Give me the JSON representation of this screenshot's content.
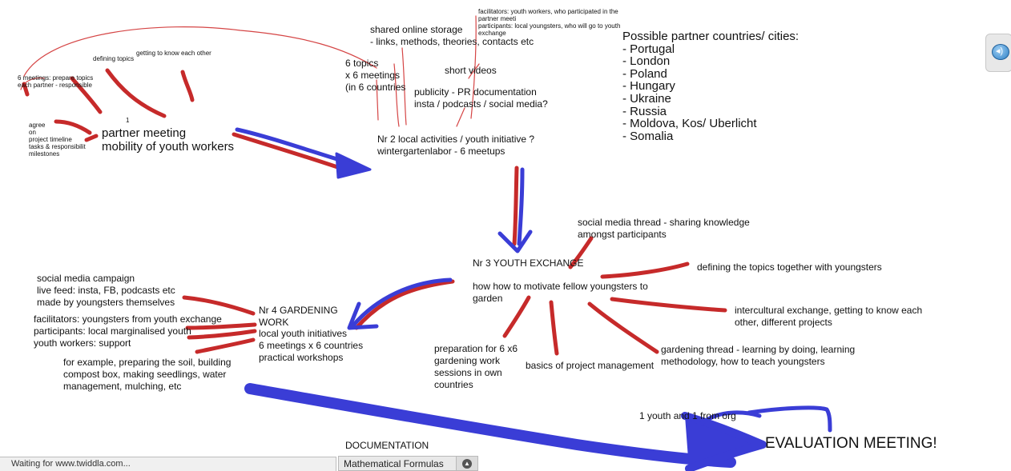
{
  "colors": {
    "red_ink": "#c62a2a",
    "blue_ink": "#3a3dd6",
    "thin_red": "#d54545",
    "text": "#111111"
  },
  "icons": {
    "chat": "speech-bubble-icon",
    "toggle": "chevron-up-icon"
  },
  "browser": {
    "status": "Waiting for www.twiddla.com..."
  },
  "toolbar": {
    "formula_tab": "Mathematical Formulas"
  },
  "board": {
    "top_left": {
      "six_meetings": [
        "6 meetings: prepare topics",
        "each partner - responsible"
      ],
      "defining_topics": "defining topics",
      "getting_to_know": "getting to know each other",
      "agree": [
        "agree",
        "on",
        "project timeline",
        "tasks & responsibilit",
        "milestones"
      ],
      "one": "1",
      "partner_meeting": [
        "partner meeting",
        "mobility of youth workers"
      ]
    },
    "six_topics": [
      "6 topics",
      "x 6 meetings",
      "(in 6 countries"
    ],
    "shared_storage": [
      "shared online storage",
      "- links, methods, theories, contacts etc"
    ],
    "facilitators_top": [
      "facilitators: youth workers, who participated in the",
      "partner meeti",
      "participants: local youngsters, who will go to youth",
      "exchange"
    ],
    "short_videos": "short videos",
    "publicity": [
      "publicity - PR documentation",
      "insta / podcasts / social media?"
    ],
    "nr2": [
      "Nr 2 local activities / youth initiative ?",
      "wintergartenlabor - 6 meetups"
    ],
    "partner_countries": {
      "title": "Possible partner countries/ cities:",
      "items": [
        "- Portugal",
        "- London",
        "- Poland",
        "- Hungary",
        "- Ukraine",
        "- Russia",
        "- Moldova, Kos/ Uberlicht",
        "- Somalia"
      ]
    },
    "nr3": {
      "title": "Nr 3 YOUTH EXCHANGE",
      "motivate": [
        "how how to motivate fellow youngsters to",
        "garden"
      ],
      "social_thread": [
        "social media thread - sharing knowledge",
        "amongst participants"
      ],
      "defining_topics_together": "defining the topics together with youngsters",
      "intercultural": [
        "intercultural exchange, getting to know each",
        "other, different projects"
      ],
      "gardening_thread": [
        "gardening thread - learning by doing, learning",
        "methodology, how to teach youngsters"
      ],
      "basics": "basics of project management",
      "preparation": [
        "preparation for 6 x6",
        "gardening work",
        "sessions in own",
        "countries"
      ]
    },
    "nr4": {
      "title": [
        "Nr 4 GARDENING",
        "WORK"
      ],
      "details": [
        "local youth initiatives",
        "6 meetings x 6 countries",
        "practical workshops"
      ],
      "social_campaign": [
        "social media campaign",
        "live feed: insta, FB, podcasts etc",
        "made by youngsters themselves"
      ],
      "facilitators": [
        "facilitators: youngsters from youth exchange",
        "participants: local marginalised youth",
        "youth workers: support"
      ],
      "example": [
        "for example, preparing the soil, building",
        "compost box, making seedlings, water",
        "management, mulching, etc"
      ]
    },
    "one_youth": "1 youth and 1 from org",
    "documentation": "DOCUMENTATION",
    "evaluation": "EVALUATION MEETING!"
  }
}
